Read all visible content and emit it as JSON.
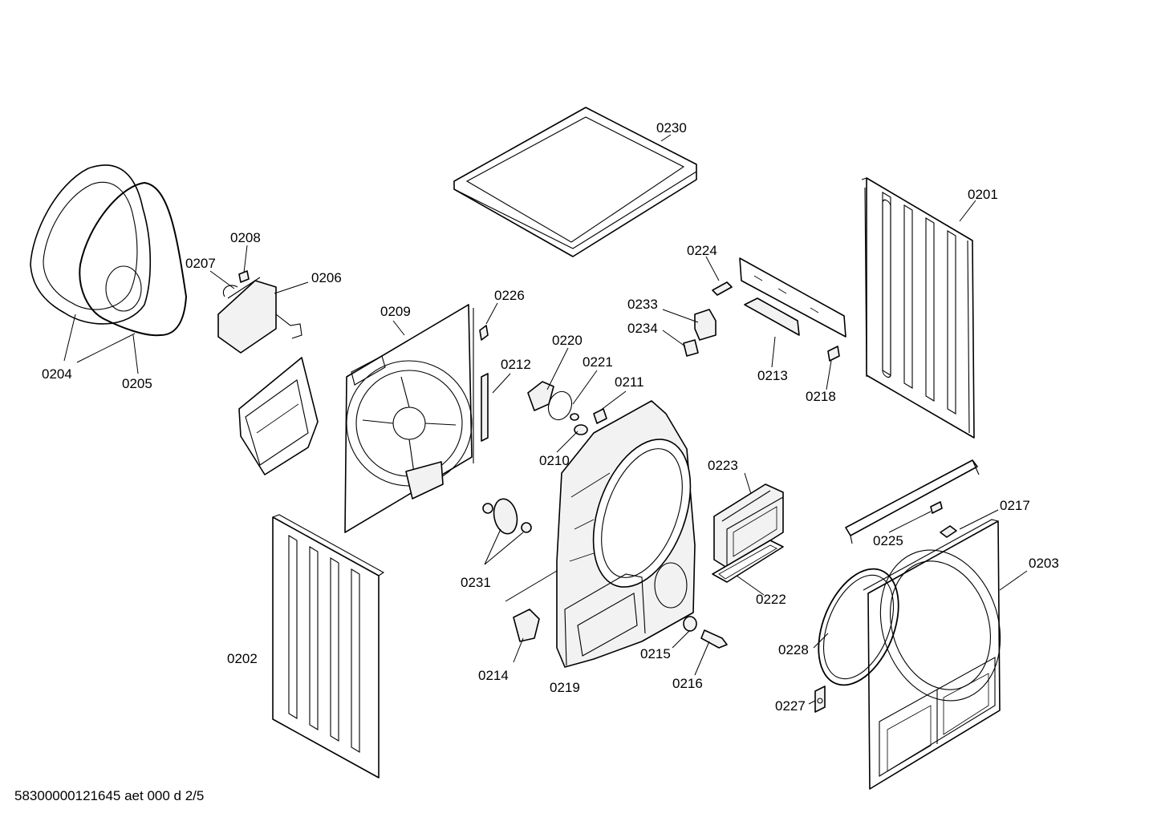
{
  "diagram": {
    "footer": "58300000121645 aet 000 d 2/5",
    "part_labels": {
      "p0201": "0201",
      "p0202": "0202",
      "p0203": "0203",
      "p0204": "0204",
      "p0205": "0205",
      "p0206": "0206",
      "p0207": "0207",
      "p0208": "0208",
      "p0209": "0209",
      "p0210": "0210",
      "p0211": "0211",
      "p0212": "0212",
      "p0213": "0213",
      "p0214": "0214",
      "p0215": "0215",
      "p0216": "0216",
      "p0217": "0217",
      "p0218": "0218",
      "p0219": "0219",
      "p0220": "0220",
      "p0221": "0221",
      "p0222": "0222",
      "p0223": "0223",
      "p0224": "0224",
      "p0225": "0225",
      "p0226": "0226",
      "p0227": "0227",
      "p0228": "0228",
      "p0230": "0230",
      "p0231": "0231",
      "p0233": "0233",
      "p0234": "0234"
    }
  }
}
